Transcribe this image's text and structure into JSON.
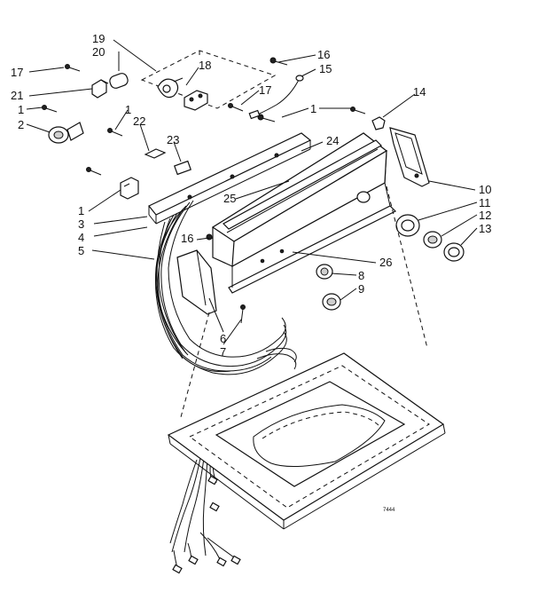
{
  "diagram": {
    "callouts": [
      {
        "id": "c19",
        "text": "19"
      },
      {
        "id": "c20",
        "text": "20"
      },
      {
        "id": "c18",
        "text": "18"
      },
      {
        "id": "c17a",
        "text": "17"
      },
      {
        "id": "c21",
        "text": "21"
      },
      {
        "id": "c1a",
        "text": "1"
      },
      {
        "id": "c2",
        "text": "2"
      },
      {
        "id": "c1b",
        "text": "1"
      },
      {
        "id": "c22",
        "text": "22"
      },
      {
        "id": "c23",
        "text": "23"
      },
      {
        "id": "c16a",
        "text": "16"
      },
      {
        "id": "c15",
        "text": "15"
      },
      {
        "id": "c17b",
        "text": "17"
      },
      {
        "id": "c1c",
        "text": "1"
      },
      {
        "id": "c14",
        "text": "14"
      },
      {
        "id": "c24",
        "text": "24"
      },
      {
        "id": "c25",
        "text": "25"
      },
      {
        "id": "c10",
        "text": "10"
      },
      {
        "id": "c11",
        "text": "11"
      },
      {
        "id": "c12",
        "text": "12"
      },
      {
        "id": "c13",
        "text": "13"
      },
      {
        "id": "c1d",
        "text": "1"
      },
      {
        "id": "c3",
        "text": "3"
      },
      {
        "id": "c4",
        "text": "4"
      },
      {
        "id": "c5",
        "text": "5"
      },
      {
        "id": "c16b",
        "text": "16"
      },
      {
        "id": "c26",
        "text": "26"
      },
      {
        "id": "c8",
        "text": "8"
      },
      {
        "id": "c9",
        "text": "9"
      },
      {
        "id": "c6",
        "text": "6"
      },
      {
        "id": "c7",
        "text": "7"
      }
    ],
    "figure_code": "7444"
  }
}
